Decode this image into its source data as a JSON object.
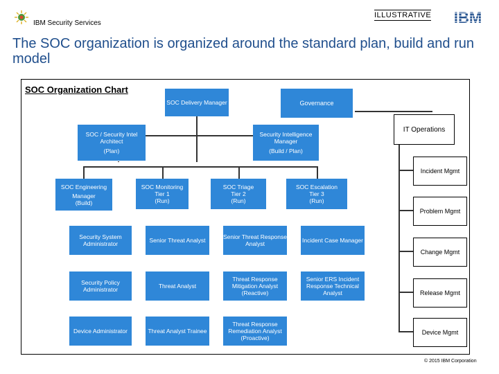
{
  "header": {
    "service_name": "IBM Security Services",
    "illustrative": "ILLUSTRATIVE",
    "ibm_logo_text": "IBM",
    "logo_icon": "ibm-emblem-icon"
  },
  "slide": {
    "title": "The SOC organization is organized around the standard plan, build and run model",
    "chart_label": "SOC Organization Chart",
    "copyright": "© 2015 IBM Corporation"
  },
  "colors": {
    "box_blue": "#2f87d8",
    "title_blue": "#1f4e8c"
  },
  "top": {
    "delivery_manager": "SOC Delivery Manager",
    "governance": "Governance"
  },
  "second": {
    "architect": "SOC / Security Intel Architect",
    "architect_role": "(Plan)",
    "intel_manager": "Security Intelligence Manager",
    "intel_manager_role": "(Build / Plan)"
  },
  "columns": [
    {
      "head": "SOC Engineering",
      "head2": "Manager",
      "head3": "(Build)",
      "items": [
        "Security System Administrator",
        "Security Policy Administrator",
        "Device Administrator"
      ]
    },
    {
      "head": "SOC Monitoring",
      "head2": "Tier 1",
      "head3": "(Run)",
      "items": [
        "Senior Threat Analyst",
        "Threat Analyst",
        "Threat Analyst Trainee"
      ]
    },
    {
      "head": "SOC Triage",
      "head2": "Tier 2",
      "head3": "(Run)",
      "items": [
        "Senior Threat Response Analyst",
        "Threat Response Mitigation Analyst (Reactive)",
        "Threat Response Remediation Analyst (Proactive)"
      ]
    },
    {
      "head": "SOC Escalation",
      "head2": "Tier 3",
      "head3": "(Run)",
      "items": [
        "Incident Case Manager",
        "Senior ERS Incident Response Technical Analyst"
      ]
    }
  ],
  "it_ops": [
    "IT Operations",
    "Incident Mgmt",
    "Problem Mgmt",
    "Change Mgmt",
    "Release Mgmt",
    "Device Mgmt"
  ]
}
